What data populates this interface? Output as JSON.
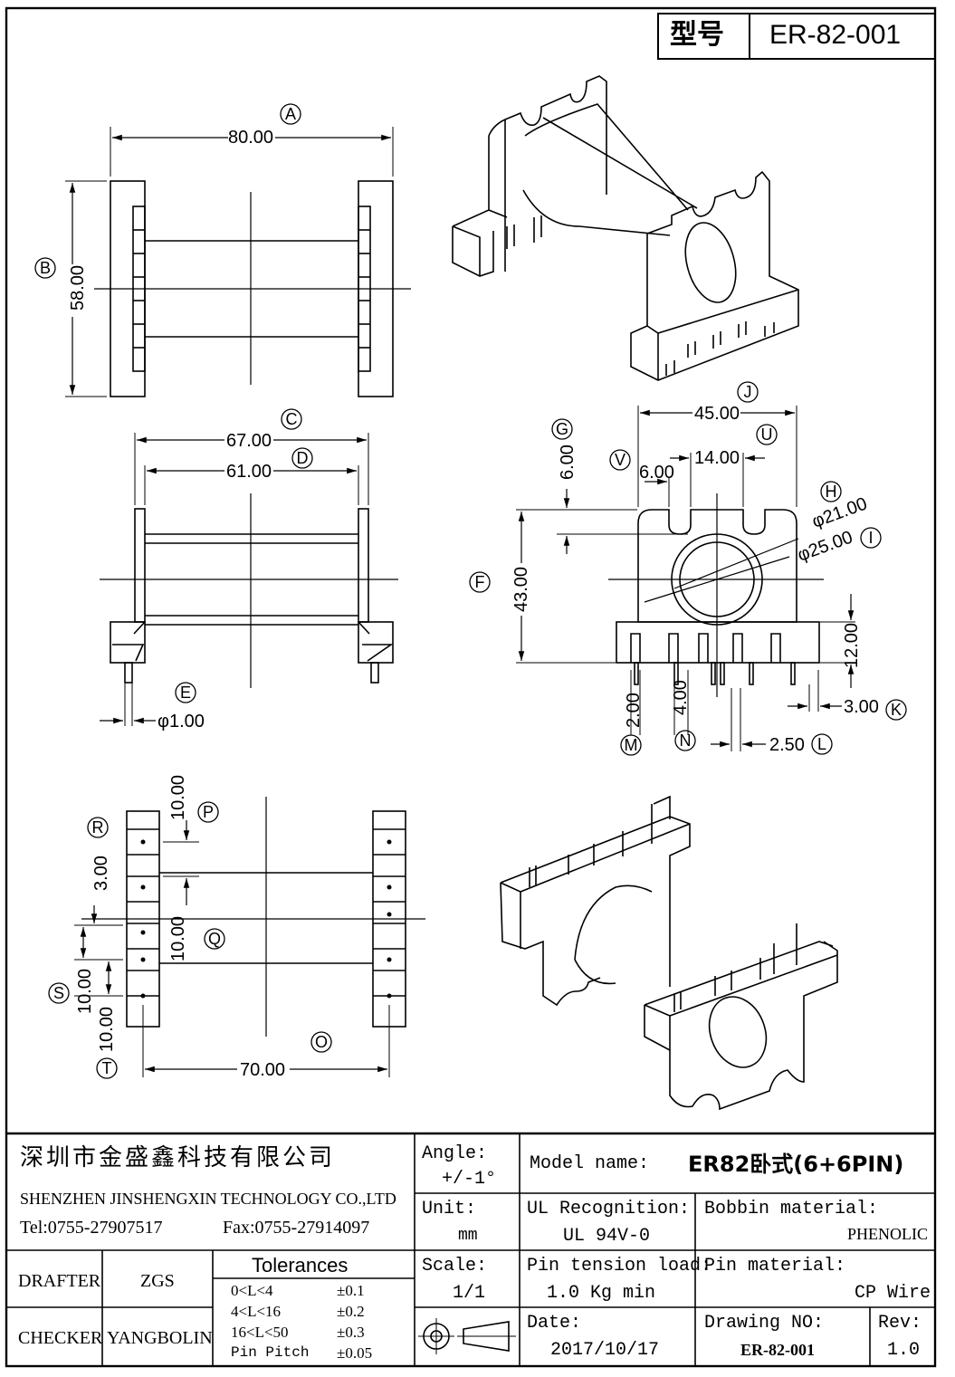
{
  "header": {
    "model_label": "型号",
    "model_value": "ER-82-001"
  },
  "dimensions": {
    "A": {
      "letter": "A",
      "value": "80.00"
    },
    "B": {
      "letter": "B",
      "value": "58.00"
    },
    "C": {
      "letter": "C",
      "value": "67.00"
    },
    "D": {
      "letter": "D",
      "value": "61.00"
    },
    "E": {
      "letter": "E",
      "value": "φ1.00"
    },
    "F": {
      "letter": "F",
      "value": "43.00"
    },
    "G": {
      "letter": "G",
      "value": "6.00"
    },
    "H": {
      "letter": "H",
      "value": "φ21.00"
    },
    "I": {
      "letter": "I",
      "value": "φ25.00"
    },
    "J": {
      "letter": "J",
      "value": "45.00"
    },
    "K": {
      "letter": "K",
      "value": "3.00"
    },
    "L": {
      "letter": "L",
      "value": "2.50"
    },
    "M": {
      "letter": "M",
      "value": "2.00"
    },
    "N": {
      "letter": "N",
      "value": "4.00"
    },
    "O": {
      "letter": "O",
      "value": "70.00"
    },
    "P": {
      "letter": "P",
      "value": "10.00"
    },
    "Q": {
      "letter": "Q",
      "value": "10.00"
    },
    "R": {
      "letter": "R",
      "value": "3.00"
    },
    "S": {
      "letter": "S",
      "value": "10.00"
    },
    "T": {
      "letter": "T",
      "value": "10.00"
    },
    "U": {
      "letter": "U",
      "value": "14.00"
    },
    "V": {
      "letter": "V",
      "value": "6.00"
    },
    "extra": {
      "right_height": "12.00"
    }
  },
  "title_block": {
    "company_cn": "深圳市金盛鑫科技有限公司",
    "company_en": "SHENZHEN JINSHENGXIN TECHNOLOGY CO.,LTD",
    "tel": "Tel:0755-27907517",
    "fax": "Fax:0755-27914097",
    "angle_label": "Angle:",
    "angle_value": "+/-1°",
    "model_name_label": "Model name:",
    "model_name_value": "ER82卧式(6+6PIN)",
    "unit_label": "Unit:",
    "unit_value": "mm",
    "ul_label": "UL Recognition:",
    "ul_value": "UL 94V-0",
    "bobbin_label": "Bobbin material:",
    "bobbin_value": "PHENOLIC",
    "drafter_label": "DRAFTER",
    "drafter_value": "ZGS",
    "checker_label": "CHECKER",
    "checker_value": "YANGBOLIN",
    "tolerances_title": "Tolerances",
    "tolerances": [
      {
        "range": "0<L<4",
        "tol": "±0.1"
      },
      {
        "range": "4<L<16",
        "tol": "±0.2"
      },
      {
        "range": "16<L<50",
        "tol": "±0.3"
      },
      {
        "range": "Pin Pitch",
        "tol": "±0.05"
      }
    ],
    "scale_label": "Scale:",
    "scale_value": "1/1",
    "pin_tension_label": "Pin tension load:",
    "pin_tension_value": "1.0 Kg min",
    "pin_material_label": "Pin material:",
    "pin_material_value": "CP Wire",
    "date_label": "Date:",
    "date_value": "2017/10/17",
    "drawing_no_label": "Drawing NO:",
    "drawing_no_value": "ER-82-001",
    "rev_label": "Rev:",
    "rev_value": "1.0"
  }
}
